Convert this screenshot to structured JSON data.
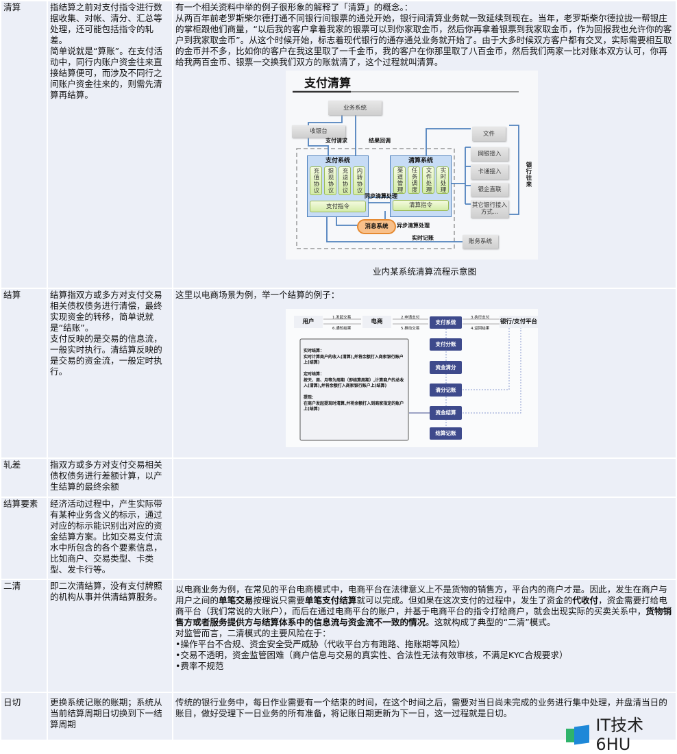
{
  "rows": [
    {
      "term": "清算",
      "definition": [
        "指结算之前对支付指令进行数据收集、对帐、清分、汇总等处理，还可能包括指令的轧差。",
        "简单说就是“算账”。在支付活动中，同行内账户资金往来直接结算便可，而涉及不同行之间账户资金往来的，则需先清算再结算。"
      ],
      "detail": [
        "有一个相关资料中举的例子很形象的解释了「清算」的概念。：",
        "从两百年前老罗斯柴尔德打通不同银行间银票的通兑开始，银行间清算业务就一致延续到现在。当年，老罗斯柴尔德拉拢一帮银庄的掌柜跟他们商量，“以后我的客户拿着我家的银票可以到你家取金币，然后你再拿着银票到我家取金币，作为回报我也允许你的客户到我家取金币”。从这个时候开始，标志着现代银行的通存通兑业务就开始了。由于大多时候双方客户都有交叉，实际需要相互取的金币并不多，比如你的客户在我这里取了一千金币，我的客户在你那里取了八百金币，然后我们两家一比对账本双方认可，你再给我两百金币、银票一交换我们双方的账就清了，这个过程就叫清算。"
      ],
      "figure_caption": "业内某系统清算流程示意图"
    },
    {
      "term": "结算",
      "definition": [
        "结算指双方或多方对支付交易相关债权债务进行清偿，最终实现资金的转移，简单说就是“结账”。",
        "支付反映的是交易的信息流，一般实时执行。清结算反映的是交易的资金流，一般定时执行。"
      ],
      "detail": [
        "这里以电商场景为例，举一个结算的例子："
      ]
    },
    {
      "term": "轧差",
      "definition": [
        "指双方或多方对支付交易相关债权债务进行差额计算，以产生结算的最终余额"
      ]
    },
    {
      "term": "结算要素",
      "definition": [
        "经济活动过程中，产生实际带有某种业务含义的标示，通过对应的标示能识别出对应的资金结算方案。比如交易支付流水中所包含的各个要素信息，比如商户、交易类型、卡类型、发卡行等。"
      ]
    },
    {
      "term": "二清",
      "definition": [
        "即二次清结算，没有支付牌照的机构从事并供清结算服务。"
      ],
      "detail_parts": [
        "以电商业务为例，在常见的平台电商模式中，电商平台在法律意义上不是货物的销售方，平台内的商户才是。因此，发生在商户与用户之间的",
        "单笔交易",
        "按理说只需要",
        "单笔支付结算",
        "就可以完成。但如果在这次支付的过程中，发生了资金的",
        "代收付",
        "，资金需要打给电商平台（我们常说的大账户），而后在通过电商平台的账户，并基于电商平台的指令打给商户，就会出现实际的买卖关系中，",
        "货物销售方或者服务提供方与结算体系中的信息流与资金流不一致的情况",
        "。这就构成了典型的“二清”模式。"
      ],
      "risk_intro": "对监管而言，二清模式的主要风险在于：",
      "risks": [
        "•操作平台不合规、资金安全受严威胁（代收平台方有跑路、拖账期等风险）",
        "•交易不透明，资金监管困难（商户信息与交易的真实性、合法性无法有效审核，不满足KYC合规要求）",
        "•费率不规范"
      ]
    },
    {
      "term": "日切",
      "definition": [
        "更换系统记账的账期；系统从当前结算周期日切换到下一结算周期"
      ],
      "detail": [
        "传统的银行业务中，每日作业需要有一个结束的时间，在这个时间之后，需要对当日尚未完成的业务进行集中处理，并盘清当日的账目，做好受理下一日业务的所有准备，将记账日期更新为下一日，这一过程就是日切。"
      ]
    }
  ],
  "fig1": {
    "title": "支付清算",
    "biz": "业务系统",
    "cashier": "收银台",
    "pay_req": "支付请求",
    "callback": "结果回调",
    "pay_sys": "支付系统",
    "protocols": [
      "充值协议",
      "提现协议",
      "充退协议",
      "内转协议"
    ],
    "pay_cmd": "支付指令",
    "clear_sys": "清算系统",
    "clear_mods": [
      "渠道管理",
      "任务调度",
      "文件处理",
      "实时处理"
    ],
    "clear_cmd": "清算指令",
    "sync": "同步清算处理",
    "async": "异步清算处理",
    "mq": "消息系统",
    "realtime": "实时记账",
    "file": "文件",
    "channels": [
      "网银接入",
      "卡通接入",
      "银企直联",
      "其它银行接入方式..."
    ],
    "bank": "银行往来",
    "ledger": "账务系统"
  },
  "fig2": {
    "user": "用户",
    "merchant": "电商",
    "pay_sys": "支付系统",
    "bank": "银行/支付平台",
    "steps": [
      "1.发起交易",
      "6.通知结果",
      "2.申请支付",
      "5.推动交易",
      "3.执行支付",
      "4.返回结果"
    ],
    "flow": [
      "支付分账",
      "资金清分",
      "清分记账",
      "资金结算",
      "结算记账"
    ],
    "notes": [
      {
        "h": "实时结算：",
        "t": "实时计算商户的收入(清算),并将余额打入商家银行账户上(结算)"
      },
      {
        "h": "定时结算：",
        "t": "按天、周、月等为周期（即结算周期）,计算商户的总收入(清算),并将余额打入商家银行账户上(结算)"
      },
      {
        "h": "提现：",
        "t": "在商户发起提现时清算,并将余额打入到商家指定的账户上(结算)"
      }
    ]
  },
  "watermark": "IT技术6HU"
}
